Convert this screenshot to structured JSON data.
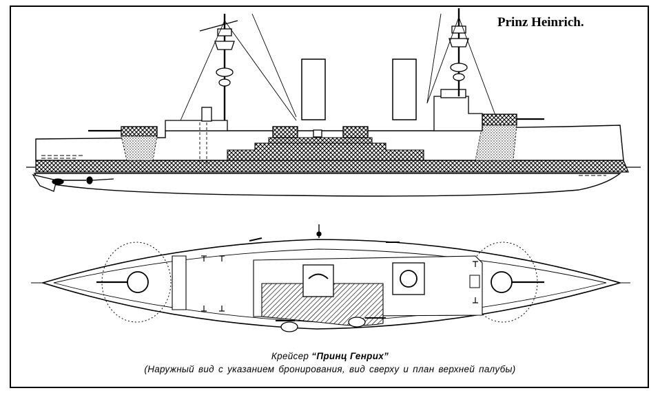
{
  "title": "Prinz Heinrich.",
  "caption": {
    "type_label": "Крейсер",
    "ship_name": "“Принц Генрих”",
    "description": "(Наружный вид с указанием бронирования, вид сверху и план верхней палубы)"
  },
  "colors": {
    "ink": "#000000",
    "paper": "#ffffff"
  }
}
